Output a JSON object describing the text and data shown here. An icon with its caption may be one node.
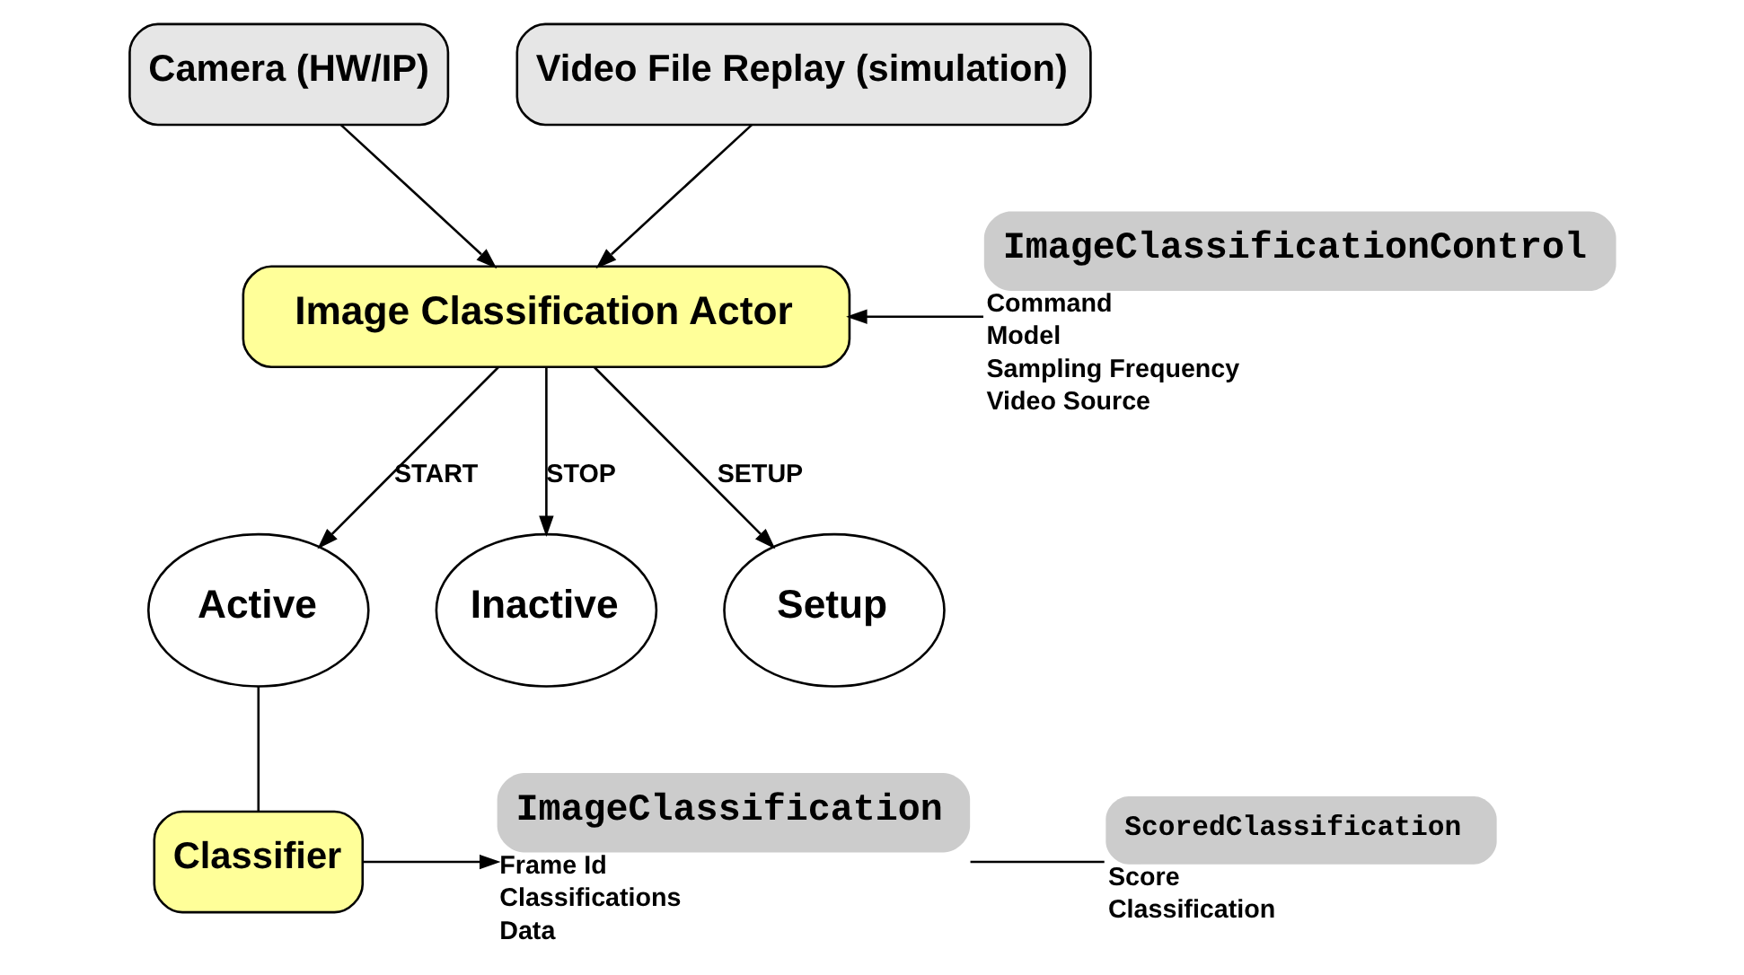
{
  "diagram": {
    "nodes": [
      {
        "text": [
          "Camera (HW/IP)"
        ]
      },
      {
        "text": [
          "Video File Replay (simulation)"
        ]
      },
      {
        "text": [
          "Image Classification Actor"
        ]
      },
      {
        "text": [
          "ImageClassificationControl"
        ],
        "beside": [
          "Command",
          "Model",
          "Sampling Frequency",
          "Video Source"
        ]
      },
      {
        "text": [
          "Active"
        ]
      },
      {
        "text": [
          "Inactive"
        ]
      },
      {
        "text": [
          "Setup"
        ]
      },
      {
        "text": [
          "Classifier"
        ]
      },
      {
        "text": [
          "ImageClassification"
        ],
        "beside": [
          "Frame Id",
          "Classifications",
          "Data"
        ]
      },
      {
        "text": [
          "ScoredClassification"
        ],
        "beside": [
          "Score",
          "Classification"
        ]
      }
    ],
    "edges": [
      {
        "from": 0,
        "to": 2,
        "arrow": "to"
      },
      {
        "from": 1,
        "to": 2,
        "arrow": "to"
      },
      {
        "from": 3,
        "to": 2,
        "arrow": "to"
      },
      {
        "from": 2,
        "to": 4,
        "arrow": "to",
        "label": "START"
      },
      {
        "from": 2,
        "to": 5,
        "arrow": "to",
        "label": "STOP"
      },
      {
        "from": 2,
        "to": 6,
        "arrow": "to",
        "label": "SETUP"
      },
      {
        "from": 4,
        "to": 7,
        "arrow": "none"
      },
      {
        "from": 7,
        "to": 8,
        "arrow": "to"
      },
      {
        "from": 8,
        "to": 9,
        "arrow": "none"
      }
    ]
  }
}
